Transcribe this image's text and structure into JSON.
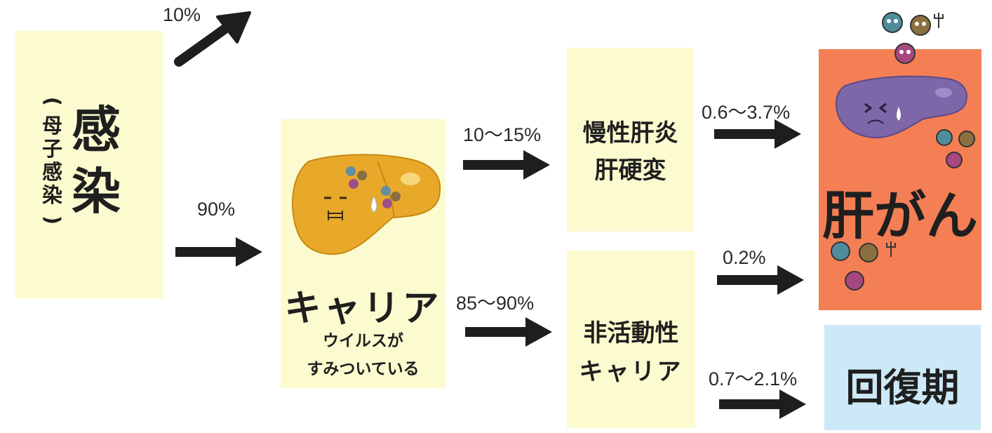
{
  "infection": {
    "main": [
      "感",
      "染"
    ],
    "sub": [
      "(",
      "母",
      "子",
      "感",
      "染",
      ")"
    ]
  },
  "carrier": {
    "title": "キャリア",
    "desc_line1": "ウイルスが",
    "desc_line2": "すみついている"
  },
  "chronic": {
    "line1": "慢性肝炎",
    "line2": "肝硬変"
  },
  "inactive": {
    "line1": "非活動性",
    "line2": "キャリア"
  },
  "cancer": {
    "label": "肝がん"
  },
  "recovery": {
    "label": "回復期"
  },
  "percentages": {
    "to_exit": "10%",
    "to_carrier": "90%",
    "to_chronic": "10〜15%",
    "to_inactive": "85〜90%",
    "chronic_to_cancer": "0.6〜3.7%",
    "inactive_to_cancer": "0.2%",
    "inactive_to_recovery": "0.7〜2.1%"
  },
  "colors": {
    "box_yellow": "#fbfbcf",
    "cancer_orange": "#f47f55",
    "recovery_blue": "#cde8f6",
    "liver_gold": "#e8a92a",
    "liver_purple": "#7e67a8",
    "arrow": "#1e1e1e"
  }
}
